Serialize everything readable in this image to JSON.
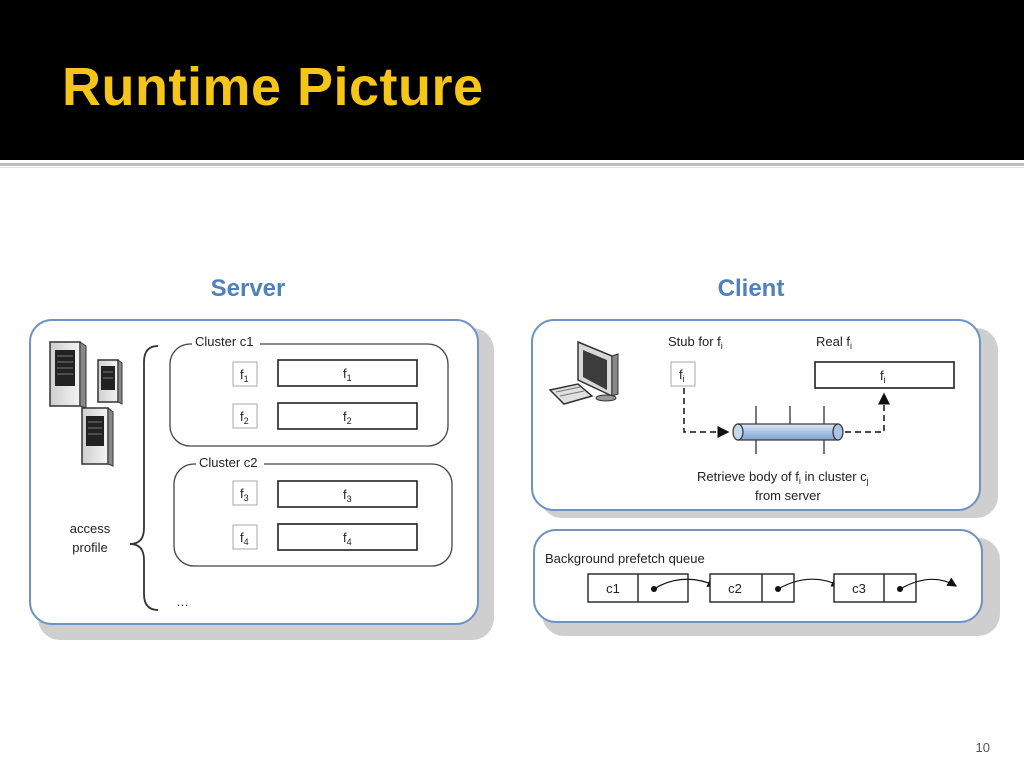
{
  "slide": {
    "title": "Runtime Picture",
    "number": "10"
  },
  "server": {
    "heading": "Server",
    "clusters": [
      {
        "label": "Cluster c1",
        "files": [
          {
            "stub": "f",
            "sub": "1",
            "body": "f",
            "body_sub": "1"
          },
          {
            "stub": "f",
            "sub": "2",
            "body": "f",
            "body_sub": "2"
          }
        ]
      },
      {
        "label": "Cluster c2",
        "files": [
          {
            "stub": "f",
            "sub": "3",
            "body": "f",
            "body_sub": "3"
          },
          {
            "stub": "f",
            "sub": "4",
            "body": "f",
            "body_sub": "4"
          }
        ]
      }
    ],
    "access_profile": [
      "access",
      "profile"
    ],
    "ellipsis": "…"
  },
  "client": {
    "heading": "Client",
    "stub_label": "Stub for f",
    "stub_label_sub": "i",
    "real_label": "Real f",
    "real_label_sub": "i",
    "stub_cell": "f",
    "stub_cell_sub": "i",
    "real_cell": "f",
    "real_cell_sub": "i",
    "retrieve_pre": "Retrieve  body of f",
    "retrieve_sub1": "i",
    "retrieve_mid": " in cluster c",
    "retrieve_sub2": "j",
    "retrieve_line2": "from server"
  },
  "queue": {
    "label": "Background prefetch queue",
    "items": [
      "c1",
      "c2",
      "c3"
    ]
  },
  "colors": {
    "panel_border": "#6e93c4",
    "pipe_fill": "#a9c4e4",
    "title": "#f5c518",
    "heading": "#4f81bd"
  }
}
